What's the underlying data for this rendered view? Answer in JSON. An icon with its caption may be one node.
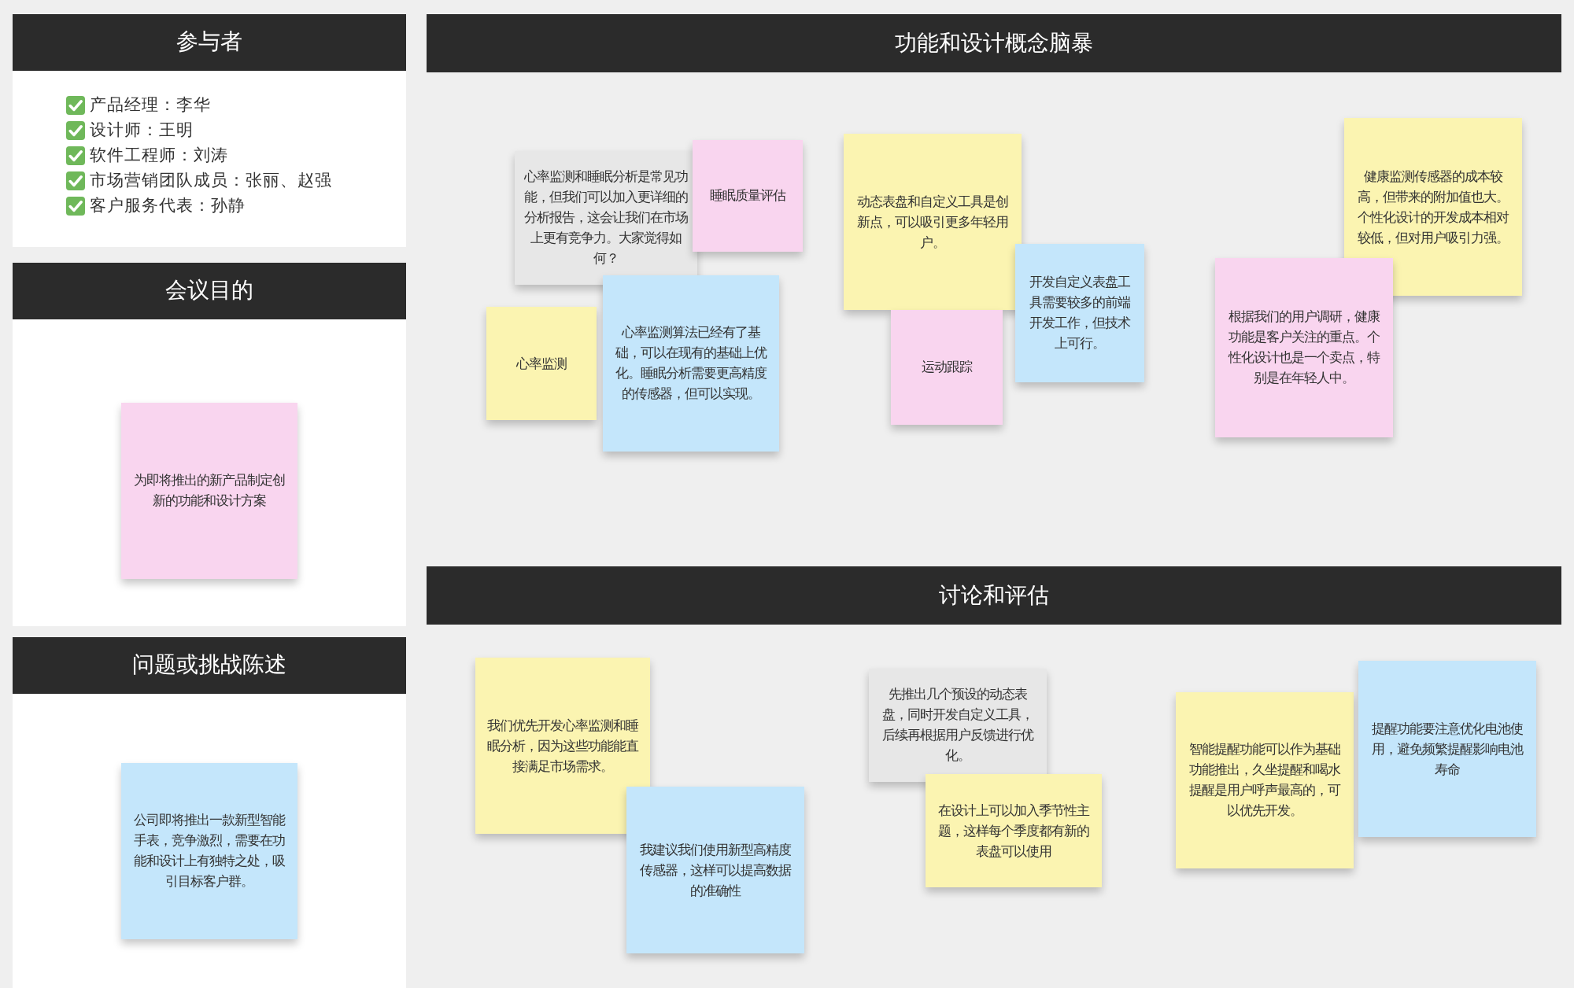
{
  "diagram": {
    "nodes": [
      {
        "text": [
          "参与者",
          "产品经理：李华",
          "设计师：王明",
          "软件工程师：刘涛",
          "市场营销团队成员：张丽、赵强",
          "客户服务代表：孙静"
        ]
      },
      {
        "text": [
          "会议目的"
        ]
      },
      {
        "text": [
          "为即将推出的新产品制定创新的功能和设计方案"
        ],
        "in": 1
      },
      {
        "text": [
          "问题或挑战陈述"
        ]
      },
      {
        "text": [
          "公司即将推出一款新型智能手表，竞争激烈，需要在功能和设计上有独特之处，吸引目标客户群。"
        ],
        "in": 3
      },
      {
        "text": [
          "功能和设计概念脑暴"
        ]
      },
      {
        "text": [
          "心率监测和睡眠分析是常见功能，但我们可以加入更详细的分析报告，这会让我们在市场上更有竞争力。大家觉得如何？"
        ]
      },
      {
        "text": [
          "睡眠质量评估"
        ]
      },
      {
        "text": [
          "心率监测"
        ]
      },
      {
        "text": [
          "心率监测算法已经有了基础，可以在现有的基础上优化。睡眠分析需要更高精度的传感器，但可以实现。"
        ]
      },
      {
        "text": [
          "动态表盘和自定义工具是创新点，可以吸引更多年轻用户。"
        ]
      },
      {
        "text": [
          "开发自定义表盘工具需要较多的前端开发工作，但技术上可行。"
        ]
      },
      {
        "text": [
          "运动跟踪"
        ]
      },
      {
        "text": [
          "健康监测传感器的成本较高，但带来的附加值也大。个性化设计的开发成本相对较低，但对用户吸引力强。"
        ]
      },
      {
        "text": [
          "根据我们的用户调研，健康功能是客户关注的重点。个性化设计也是一个卖点，特别是在年轻人中。"
        ]
      },
      {
        "text": [
          "讨论和评估"
        ]
      },
      {
        "text": [
          "我们优先开发心率监测和睡眠分析，因为这些功能能直接满足市场需求。"
        ]
      },
      {
        "text": [
          "我建议我们使用新型高精度传感器，这样可以提高数据的准确性"
        ]
      },
      {
        "text": [
          "先推出几个预设的动态表盘，同时开发自定义工具，后续再根据用户反馈进行优化。"
        ]
      },
      {
        "text": [
          "在设计上可以加入季节性主题，这样每个季度都有新的表盘可以使用"
        ]
      },
      {
        "text": [
          "智能提醒功能可以作为基础功能推出，久坐提醒和喝水提醒是用户呼声最高的，可以优先开发。"
        ]
      },
      {
        "text": [
          "提醒功能要注意优化电池使用，避免频繁提醒影响电池寿命"
        ]
      }
    ]
  }
}
